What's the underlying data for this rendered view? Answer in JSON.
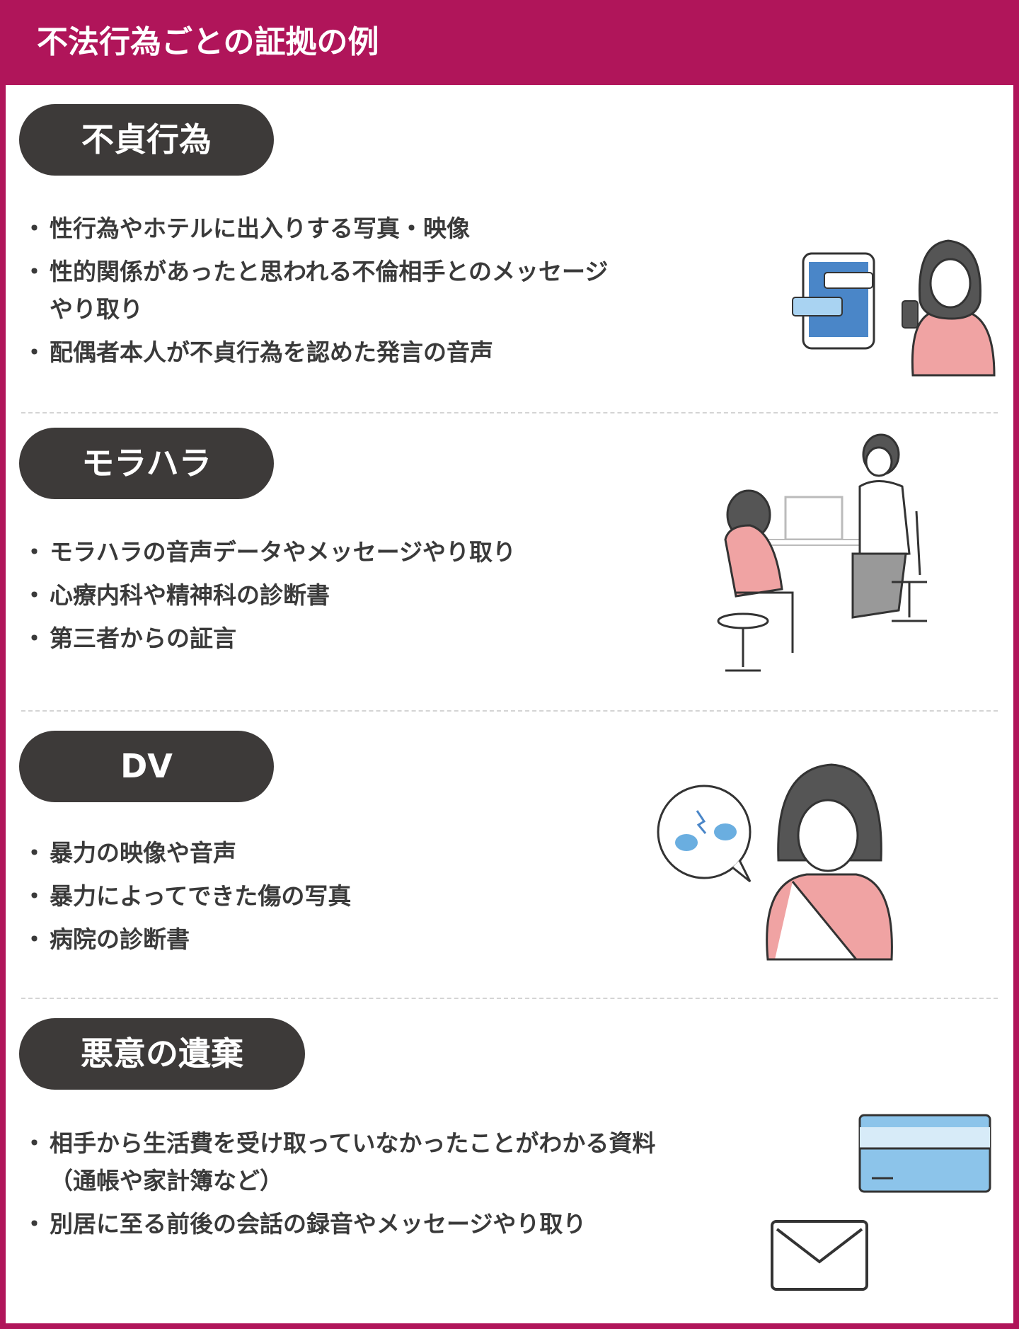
{
  "title": "不法行為ごとの証拠の例",
  "sections": [
    {
      "label": "不貞行為",
      "items": [
        "性行為やホテルに出入りする写真・映像",
        "性的関係があったと思われる不倫相手とのメッセージ\nやり取り",
        "配偶者本人が不貞行為を認めた発言の音声"
      ]
    },
    {
      "label": "モラハラ",
      "items": [
        "モラハラの音声データやメッセージやり取り",
        "心療内科や精神科の診断書",
        "第三者からの証言"
      ]
    },
    {
      "label": "DV",
      "items": [
        "暴力の映像や音声",
        "暴力によってできた傷の写真",
        "病院の診断書"
      ]
    },
    {
      "label": "悪意の遺棄",
      "items": [
        "相手から生活費を受け取っていなかったことがわかる資料\n（通帳や家計簿など）",
        "別居に至る前後の会話の録音やメッセージやり取り"
      ]
    }
  ],
  "colors": {
    "accent": "#b0155a",
    "pill": "#3d3a39",
    "text": "#3a3a3a",
    "skin_shirt": "#f0a3a3",
    "blue": "#6aaee0"
  }
}
